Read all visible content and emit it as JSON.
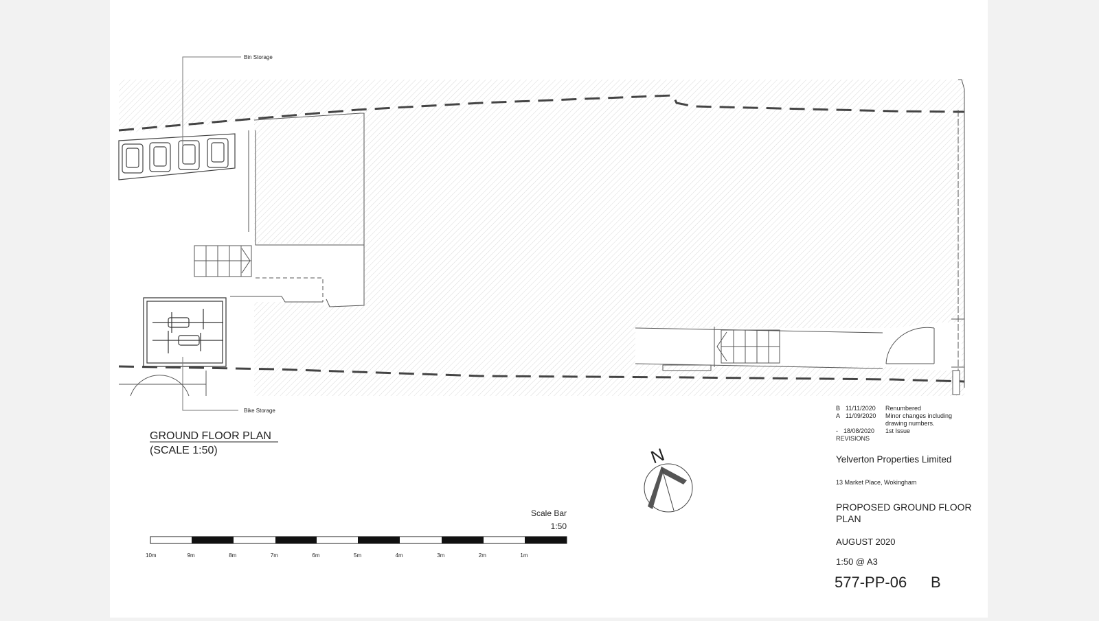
{
  "labels": {
    "bin_storage": "Bin Storage",
    "bike_storage": "Bike Storage",
    "north": "N"
  },
  "plan_title": {
    "line1": "GROUND FLOOR PLAN",
    "line2": "(SCALE 1:50)"
  },
  "scale_bar": {
    "title": "Scale Bar",
    "ratio": "1:50",
    "ticks": [
      "10m",
      "9m",
      "8m",
      "7m",
      "6m",
      "5m",
      "4m",
      "3m",
      "2m",
      "1m"
    ]
  },
  "revisions": {
    "rows": [
      {
        "rev": "B",
        "date": "11/11/2020",
        "desc": [
          "Renumbered"
        ]
      },
      {
        "rev": "A",
        "date": "11/09/2020",
        "desc": [
          "Minor changes including",
          "drawing numbers."
        ]
      },
      {
        "rev": "-",
        "date": "18/08/2020",
        "desc": [
          "1st Issue"
        ]
      }
    ],
    "heading": "REVISIONS"
  },
  "title_block": {
    "client": "Yelverton Properties Limited",
    "address": "13 Market Place, Wokingham",
    "drawing_title_line1": "PROPOSED GROUND FLOOR",
    "drawing_title_line2": "PLAN",
    "date": "AUGUST 2020",
    "scale": "1:50  @ A3",
    "drawing_number": "577-PP-06",
    "revision": "B"
  }
}
